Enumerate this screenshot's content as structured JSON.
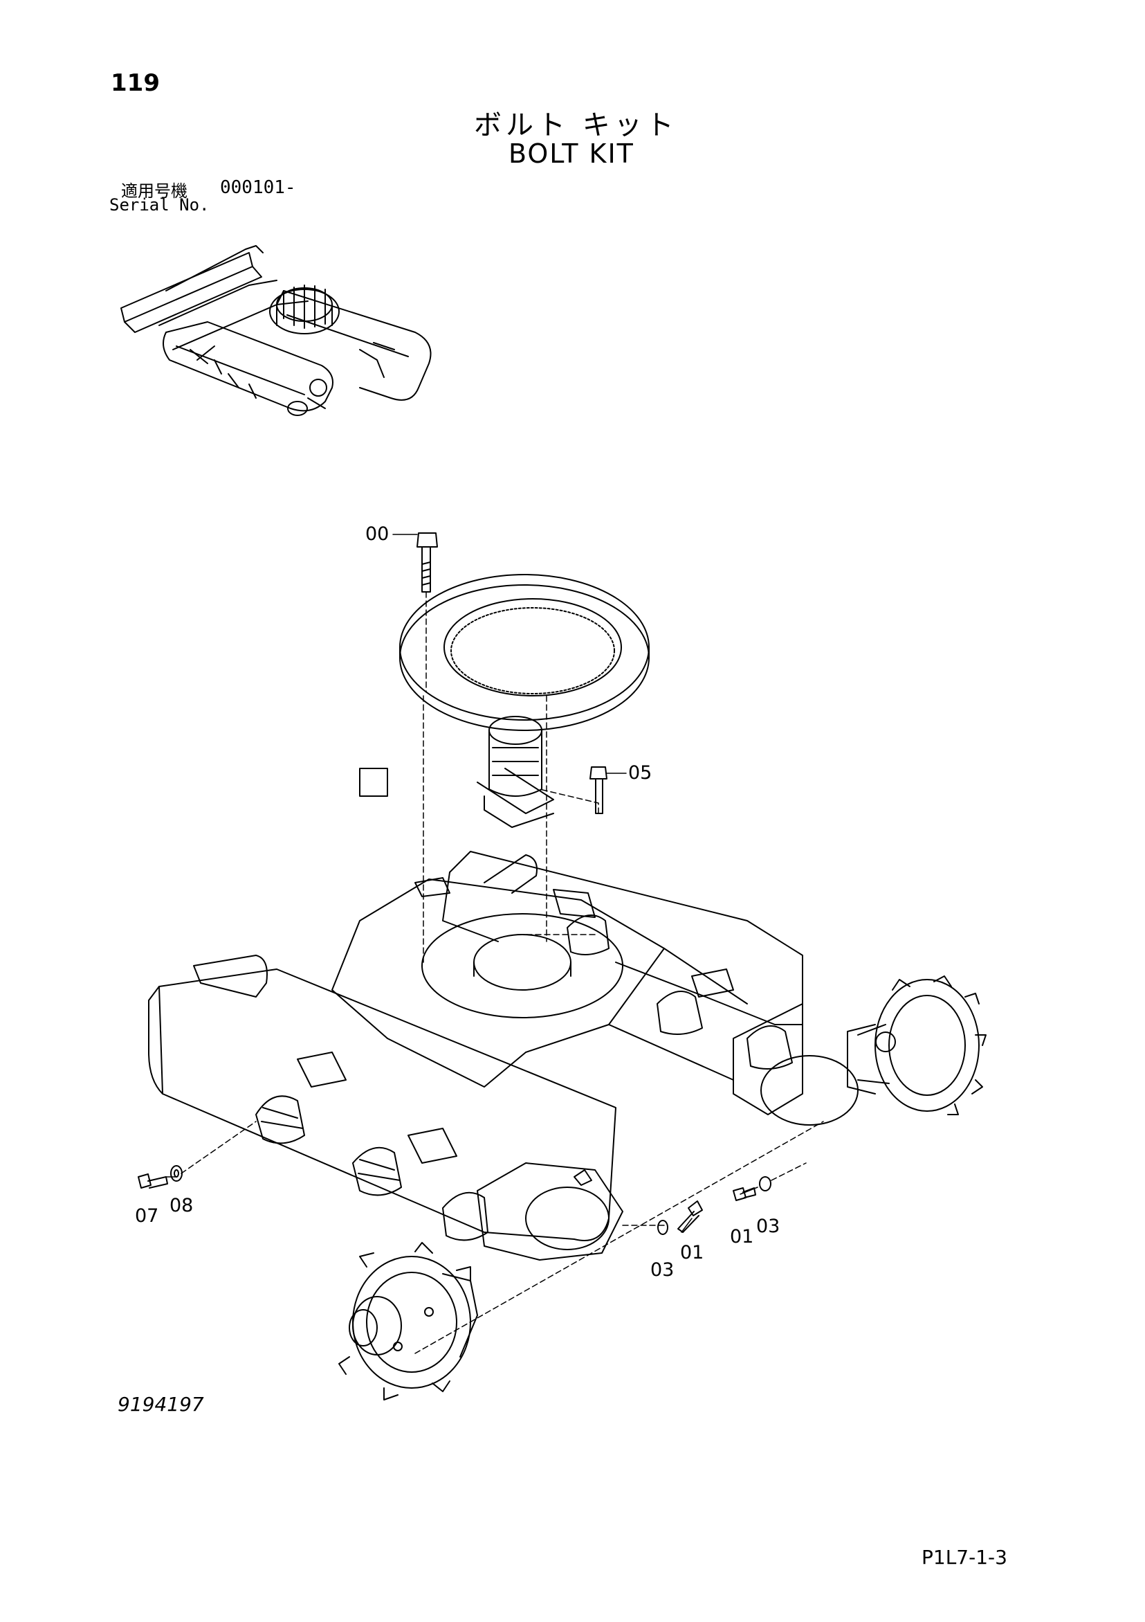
{
  "header": {
    "page_number": "119",
    "title_jp": "ボルト キット",
    "title_en": "BOLT KIT",
    "serial_label_jp": "適用号機",
    "serial_value": "000101-",
    "serial_label_en": "Serial No."
  },
  "footer": {
    "drawing_number": "9194197",
    "sheet_ref": "P1L7-1-3"
  },
  "callouts": {
    "c00": "00",
    "c05": "05",
    "c07": "07",
    "c08": "08",
    "c03_left": "03",
    "c01_left": "01",
    "c01_right": "01",
    "c03_right": "03"
  },
  "colors": {
    "ink": "#000000",
    "paper": "#ffffff"
  }
}
